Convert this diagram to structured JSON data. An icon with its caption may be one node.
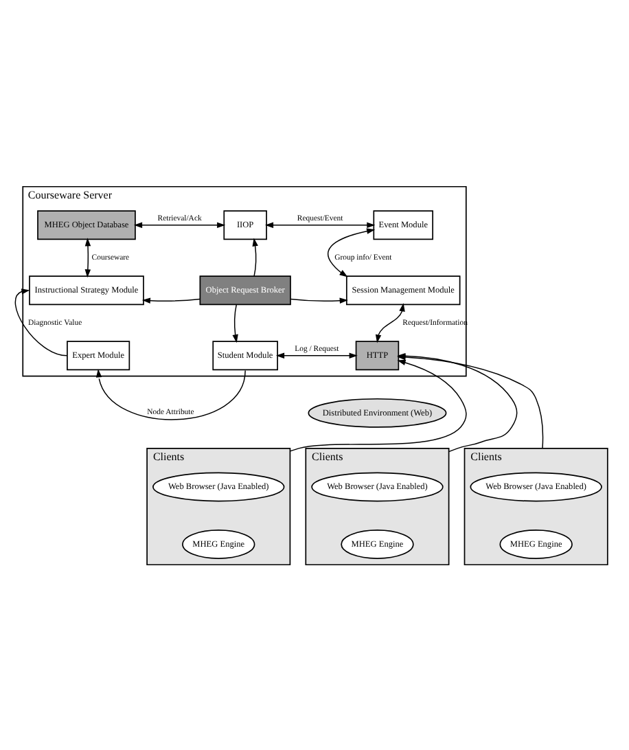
{
  "diagram": {
    "nodes": [
      {
        "text": [
          "Courseware Server"
        ]
      },
      {
        "text": [
          "MHEG Object Database"
        ],
        "in": 0
      },
      {
        "text": [
          "IIOP"
        ],
        "in": 0
      },
      {
        "text": [
          "Event Module"
        ],
        "in": 0
      },
      {
        "text": [
          "Object Request Broker"
        ],
        "in": 0
      },
      {
        "text": [
          "Session Management Module"
        ],
        "in": 0
      },
      {
        "text": [
          "Instructional Strategy Module"
        ],
        "in": 0
      },
      {
        "text": [
          "Expert Module"
        ],
        "in": 0
      },
      {
        "text": [
          "Student Module"
        ],
        "in": 0
      },
      {
        "text": [
          "HTTP"
        ],
        "in": 0
      },
      {
        "text": [
          "Distributed Environment (Web)"
        ]
      },
      {
        "text": [
          "Clients"
        ]
      },
      {
        "text": [
          "Web Browser (Java Enabled)"
        ],
        "in": 11
      },
      {
        "text": [
          "MHEG Engine"
        ],
        "in": 11
      },
      {
        "text": [
          "Clients"
        ]
      },
      {
        "text": [
          "Web Browser (Java Enabled)"
        ],
        "in": 14
      },
      {
        "text": [
          "MHEG Engine"
        ],
        "in": 14
      },
      {
        "text": [
          "Clients"
        ]
      },
      {
        "text": [
          "Web Browser (Java Enabled)"
        ],
        "in": 17
      },
      {
        "text": [
          "MHEG Engine"
        ],
        "in": 17
      }
    ],
    "edges": [
      {
        "from": 1,
        "to": 2,
        "arrow": "both",
        "label": "Retrieval/Ack"
      },
      {
        "from": 2,
        "to": 3,
        "arrow": "both",
        "label": "Request/Event"
      },
      {
        "from": 3,
        "to": 5,
        "arrow": "both",
        "label": "Group info/ Event"
      },
      {
        "from": 1,
        "to": 6,
        "arrow": "both",
        "label": "Courseware"
      },
      {
        "from": 4,
        "to": 2,
        "arrow": "to"
      },
      {
        "from": 4,
        "to": 6,
        "arrow": "to"
      },
      {
        "from": 4,
        "to": 5,
        "arrow": "to"
      },
      {
        "from": 4,
        "to": 8,
        "arrow": "to"
      },
      {
        "from": 5,
        "to": 9,
        "arrow": "both",
        "label": "Request/Information"
      },
      {
        "from": 8,
        "to": 9,
        "arrow": "both",
        "label": "Log / Request"
      },
      {
        "from": 7,
        "to": 6,
        "arrow": "to",
        "label": "Diagnostic Value"
      },
      {
        "from": 8,
        "to": 7,
        "arrow": "to",
        "label": "Node Attribute"
      },
      {
        "from": 11,
        "to": 9,
        "arrow": "to"
      },
      {
        "from": 14,
        "to": 9,
        "arrow": "to"
      },
      {
        "from": 17,
        "to": 9,
        "arrow": "to"
      }
    ]
  }
}
